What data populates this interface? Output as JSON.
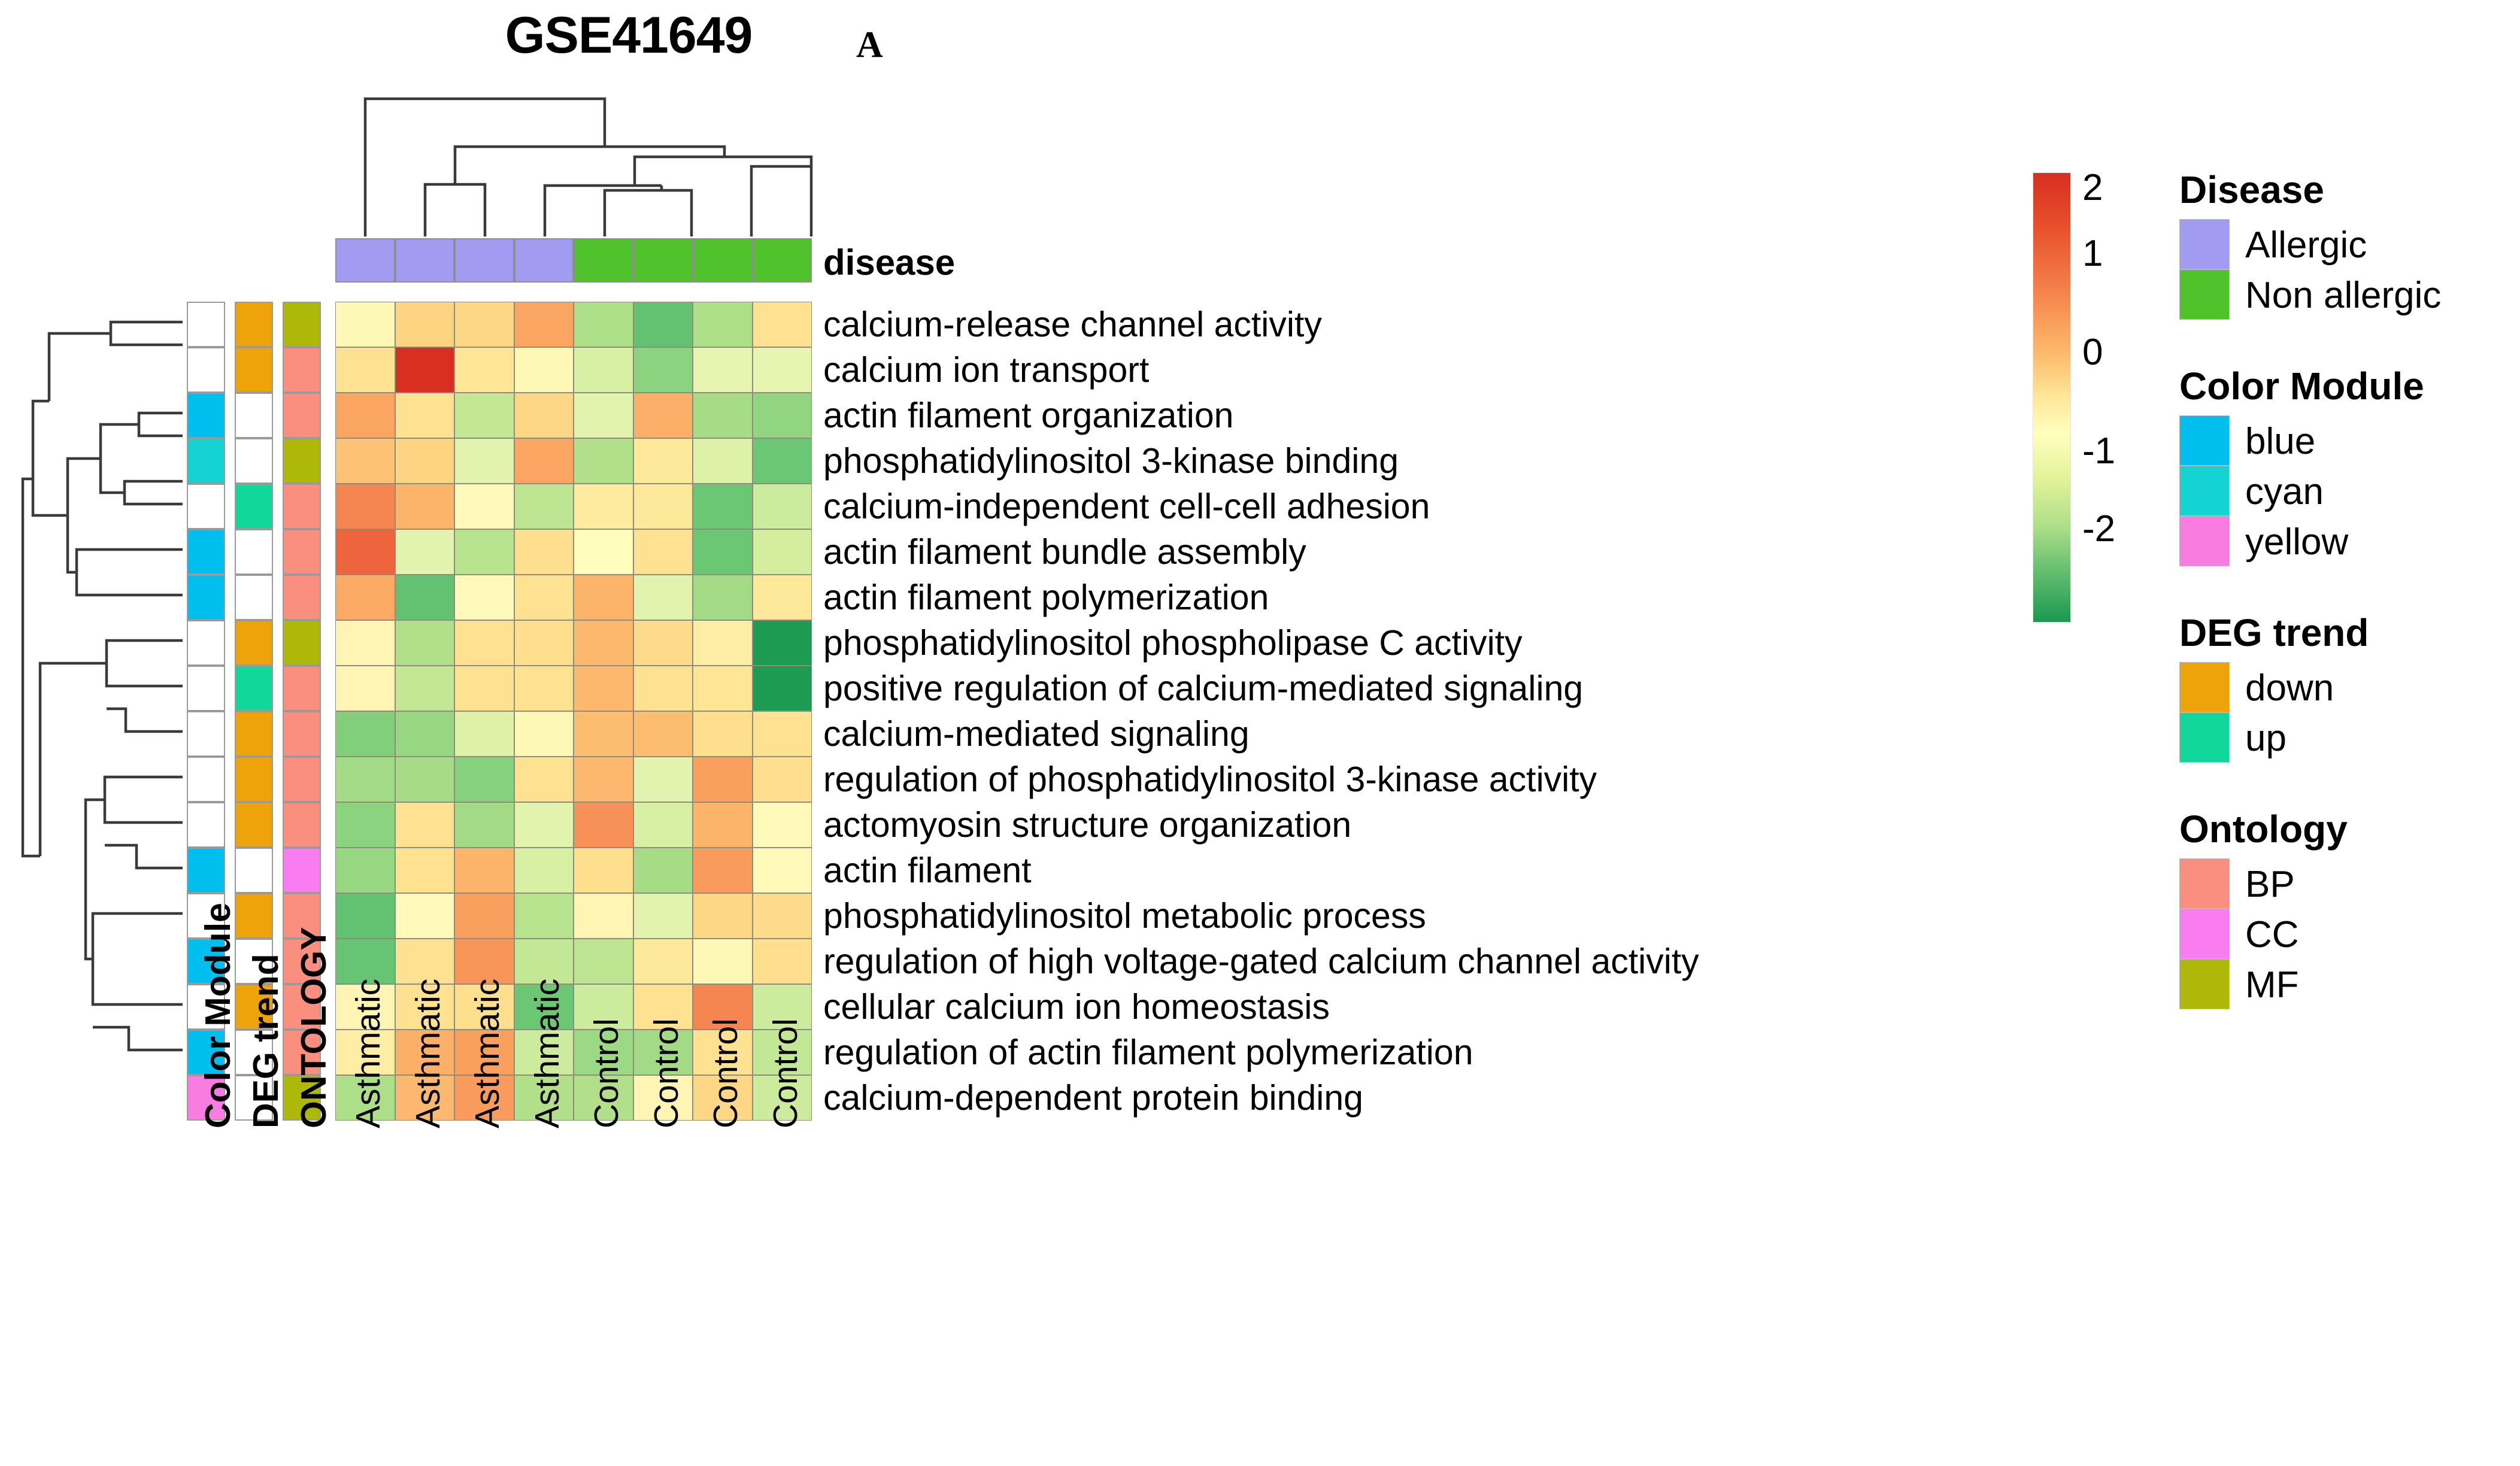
{
  "figure": {
    "title": "GSE41649",
    "panel_label": "A"
  },
  "columns": {
    "labels": [
      "Asthmatic",
      "Asthmatic",
      "Asthmatic",
      "Asthmatic",
      "Control",
      "Control",
      "Control",
      "Control"
    ],
    "disease_row_label": "disease",
    "disease_groups": [
      "Allergic",
      "Allergic",
      "Allergic",
      "Allergic",
      "Non allergic",
      "Non allergic",
      "Non allergic",
      "Non allergic"
    ],
    "disease_colors": [
      "#a29bf2",
      "#a29bf2",
      "#a29bf2",
      "#a29bf2",
      "#4fc22c",
      "#4fc22c",
      "#4fc22c",
      "#4fc22c"
    ]
  },
  "row_annotation_headers": [
    "Color Module",
    "DEG trend",
    "ONTOLOGY"
  ],
  "rows": [
    {
      "label": "calcium-release channel activity",
      "color_module": "",
      "deg_trend": "down",
      "ontology": "MF"
    },
    {
      "label": "calcium ion transport",
      "color_module": "",
      "deg_trend": "down",
      "ontology": "BP"
    },
    {
      "label": "actin filament organization",
      "color_module": "blue",
      "deg_trend": "",
      "ontology": "BP"
    },
    {
      "label": "phosphatidylinositol 3-kinase binding",
      "color_module": "cyan",
      "deg_trend": "",
      "ontology": "MF"
    },
    {
      "label": "calcium-independent cell-cell adhesion",
      "color_module": "",
      "deg_trend": "up",
      "ontology": "BP"
    },
    {
      "label": "actin filament bundle assembly",
      "color_module": "blue",
      "deg_trend": "",
      "ontology": "BP"
    },
    {
      "label": "actin filament polymerization",
      "color_module": "blue",
      "deg_trend": "",
      "ontology": "BP"
    },
    {
      "label": "phosphatidylinositol phospholipase C activity",
      "color_module": "",
      "deg_trend": "down",
      "ontology": "MF"
    },
    {
      "label": "positive regulation of calcium-mediated signaling",
      "color_module": "",
      "deg_trend": "up",
      "ontology": "BP"
    },
    {
      "label": "calcium-mediated signaling",
      "color_module": "",
      "deg_trend": "down",
      "ontology": "BP"
    },
    {
      "label": "regulation of phosphatidylinositol 3-kinase activity",
      "color_module": "",
      "deg_trend": "down",
      "ontology": "BP"
    },
    {
      "label": "actomyosin structure organization",
      "color_module": "",
      "deg_trend": "down",
      "ontology": "BP"
    },
    {
      "label": "actin filament",
      "color_module": "blue",
      "deg_trend": "",
      "ontology": "CC"
    },
    {
      "label": "phosphatidylinositol metabolic process",
      "color_module": "",
      "deg_trend": "down",
      "ontology": "BP"
    },
    {
      "label": "regulation of high voltage-gated calcium channel activity",
      "color_module": "blue",
      "deg_trend": "",
      "ontology": "BP"
    },
    {
      "label": "cellular calcium ion homeostasis",
      "color_module": "",
      "deg_trend": "down",
      "ontology": "BP"
    },
    {
      "label": "regulation of actin filament polymerization",
      "color_module": "blue",
      "deg_trend": "",
      "ontology": "BP"
    },
    {
      "label": "calcium-dependent protein binding",
      "color_module": "yellow",
      "deg_trend": "",
      "ontology": "MF"
    }
  ],
  "legend": {
    "colorbar": {
      "ticks": [
        "2",
        "1",
        "0",
        "-1",
        "-2"
      ],
      "min": -2,
      "max": 2
    },
    "sections": [
      {
        "title": "Disease",
        "items": [
          {
            "label": "Allergic",
            "color": "#a29bf2"
          },
          {
            "label": "Non allergic",
            "color": "#4fc22c"
          }
        ]
      },
      {
        "title": "Color Module",
        "items": [
          {
            "label": "blue",
            "color": "#00bfef"
          },
          {
            "label": "cyan",
            "color": "#16d3d3"
          },
          {
            "label": "yellow",
            "color": "#f97ce0"
          }
        ]
      },
      {
        "title": "DEG trend",
        "items": [
          {
            "label": "down",
            "color": "#efa30a"
          },
          {
            "label": "up",
            "color": "#11d89a"
          }
        ]
      },
      {
        "title": "Ontology",
        "items": [
          {
            "label": "BP",
            "color": "#fa8e7f"
          },
          {
            "label": "CC",
            "color": "#f97cf0"
          },
          {
            "label": "MF",
            "color": "#aeb808"
          }
        ]
      }
    ]
  },
  "annotation_palette": {
    "blue": "#00bfef",
    "cyan": "#16d3d3",
    "yellow": "#f97ce0",
    "down": "#efa30a",
    "up": "#11d89a",
    "BP": "#fa8e7f",
    "CC": "#f97cf0",
    "MF": "#aeb808",
    "blank": "#ffffff"
  },
  "chart_data": {
    "type": "heatmap",
    "title": "GSE41649",
    "xlabel": "",
    "ylabel": "",
    "colorscale": "RdYlGn (red high, green low)",
    "zlim": [
      -2.3,
      2.3
    ],
    "legend_position": "right",
    "x": [
      "Asthmatic",
      "Asthmatic",
      "Asthmatic",
      "Asthmatic",
      "Control",
      "Control",
      "Control",
      "Control"
    ],
    "y": [
      "calcium-release channel activity",
      "calcium ion transport",
      "actin filament organization",
      "phosphatidylinositol 3-kinase binding",
      "calcium-independent cell-cell adhesion",
      "actin filament bundle assembly",
      "actin filament polymerization",
      "phosphatidylinositol phospholipase C activity",
      "positive regulation of calcium-mediated signaling",
      "calcium-mediated signaling",
      "regulation of phosphatidylinositol 3-kinase activity",
      "actomyosin structure organization",
      "actin filament",
      "phosphatidylinositol metabolic process",
      "regulation of high voltage-gated calcium channel activity",
      "cellular calcium ion homeostasis",
      "regulation of actin filament polymerization",
      "calcium-dependent protein binding"
    ],
    "z": [
      [
        0.15,
        0.75,
        0.7,
        1.25,
        -0.75,
        -1.45,
        -0.75,
        0.55
      ],
      [
        0.55,
        2.25,
        0.5,
        0.15,
        -0.35,
        -1.05,
        -0.2,
        -0.2
      ],
      [
        1.25,
        0.55,
        -0.55,
        0.7,
        -0.25,
        1.15,
        -0.8,
        -1.0
      ],
      [
        0.95,
        0.75,
        -0.25,
        1.25,
        -0.7,
        0.45,
        -0.3,
        -1.35
      ],
      [
        1.55,
        1.1,
        0.1,
        -0.6,
        0.4,
        0.45,
        -1.35,
        -0.45
      ],
      [
        1.85,
        -0.25,
        -0.65,
        0.6,
        0.05,
        0.55,
        -1.35,
        -0.4
      ],
      [
        1.2,
        -1.45,
        0.1,
        0.55,
        1.1,
        -0.25,
        -0.85,
        0.45
      ],
      [
        0.2,
        -0.7,
        0.55,
        0.6,
        1.05,
        0.65,
        0.35,
        -2.25
      ],
      [
        0.2,
        -0.55,
        0.55,
        0.55,
        1.05,
        0.55,
        0.5,
        -2.25
      ],
      [
        -1.15,
        -0.95,
        -0.3,
        0.15,
        1.0,
        1.0,
        0.6,
        0.55
      ],
      [
        -0.85,
        -0.8,
        -1.1,
        0.55,
        1.05,
        -0.25,
        1.3,
        0.6
      ],
      [
        -1.05,
        0.55,
        -0.85,
        -0.25,
        1.45,
        -0.35,
        1.1,
        0.1
      ],
      [
        -0.95,
        0.55,
        1.1,
        -0.35,
        0.6,
        -0.8,
        1.35,
        0.1
      ],
      [
        -1.45,
        0.1,
        1.3,
        -0.65,
        0.2,
        -0.25,
        0.7,
        0.65
      ],
      [
        -1.4,
        0.55,
        1.4,
        -0.55,
        -0.6,
        0.45,
        0.15,
        0.6
      ],
      [
        0.2,
        0.55,
        0.6,
        -1.35,
        -0.45,
        0.55,
        1.55,
        -0.45
      ],
      [
        0.35,
        1.15,
        1.3,
        -0.45,
        -0.9,
        -0.85,
        0.55,
        -0.55
      ],
      [
        -0.75,
        1.05,
        1.35,
        -0.7,
        -0.7,
        0.2,
        0.7,
        -0.45
      ]
    ],
    "column_annotation": {
      "name": "disease",
      "values": [
        "Allergic",
        "Allergic",
        "Allergic",
        "Allergic",
        "Non allergic",
        "Non allergic",
        "Non allergic",
        "Non allergic"
      ]
    },
    "row_annotations": {
      "Color Module": [
        "",
        "",
        "blue",
        "cyan",
        "",
        "blue",
        "blue",
        "",
        "",
        "",
        "",
        "",
        "blue",
        "",
        "blue",
        "",
        "blue",
        "yellow"
      ],
      "DEG trend": [
        "down",
        "down",
        "",
        "",
        "up",
        "",
        "",
        "down",
        "up",
        "down",
        "down",
        "down",
        "",
        "down",
        "",
        "down",
        "",
        ""
      ],
      "ONTOLOGY": [
        "MF",
        "BP",
        "BP",
        "MF",
        "BP",
        "BP",
        "BP",
        "MF",
        "BP",
        "BP",
        "BP",
        "BP",
        "CC",
        "BP",
        "BP",
        "BP",
        "BP",
        "MF"
      ]
    }
  }
}
